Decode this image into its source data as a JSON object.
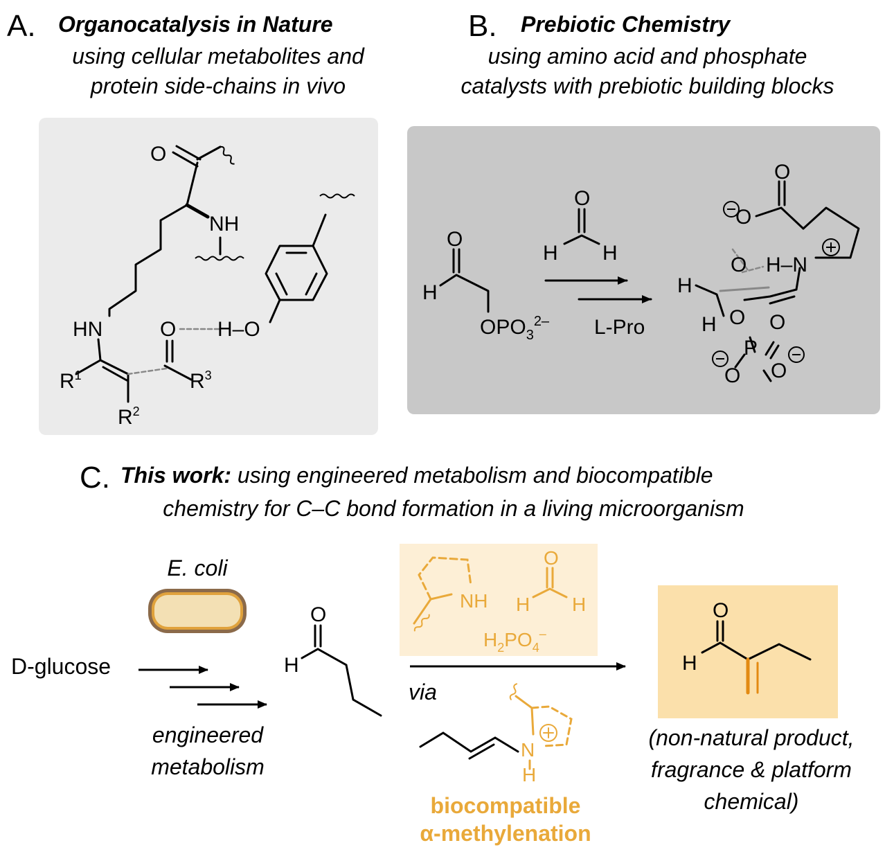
{
  "panel_a": {
    "letter": "A.",
    "title": "Organocatalysis in Nature",
    "subtitle_1": "using cellular metabolites and",
    "subtitle_2": "protein side-chains in vivo"
  },
  "panel_b": {
    "letter": "B.",
    "title": "Prebiotic Chemistry",
    "subtitle_1": "using amino acid and phosphate",
    "subtitle_2": "catalysts with prebiotic building blocks",
    "reagent_label": "L-Pro"
  },
  "panel_c": {
    "letter": "C.",
    "title_bold": "This work:",
    "title_rest": " using engineered metabolism and biocompatible",
    "subtitle": "chemistry for C–C bond formation in a living microorganism",
    "organism": "E. coli",
    "start_material": "D-glucose",
    "process_1": "engineered",
    "process_2": "metabolism",
    "via": "via",
    "highlight_1": "biocompatible",
    "highlight_2": "α-methylenation",
    "product_1": "(non-natural product,",
    "product_2": "fragrance & platform",
    "product_3": "chemical)"
  },
  "colors": {
    "panel_a_bg": "#ebebeb",
    "panel_b_bg": "#c8c8c8",
    "catalyst_box": "#fdefd6",
    "product_box": "#fbe0ab",
    "accent_orange": "#e9a93a",
    "product_orange": "#e38a12",
    "cell_outer": "#8b6a4a",
    "cell_inner": "#e0a23c",
    "cell_fill": "#f3e0b4"
  }
}
